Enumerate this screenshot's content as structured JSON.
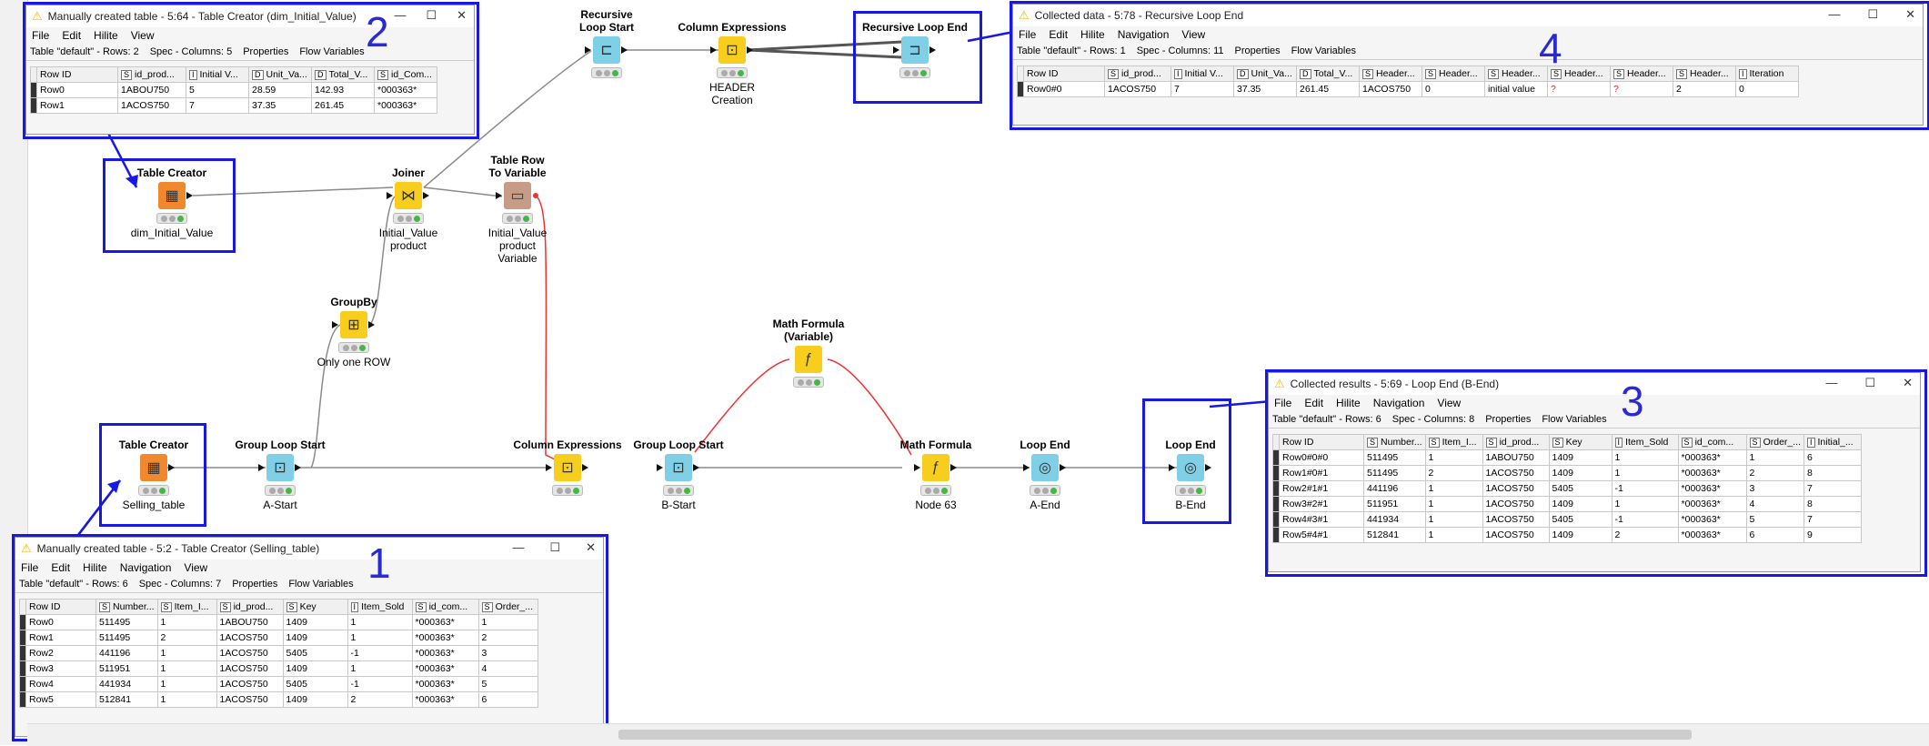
{
  "nodes": {
    "tc_selling": {
      "title": "Table Creator",
      "label": "Selling_table"
    },
    "gls_a": {
      "title": "Group Loop Start",
      "label": "A-Start"
    },
    "groupby": {
      "title": "GroupBy",
      "label": "Only one ROW"
    },
    "tc_initial": {
      "title": "Table Creator",
      "label": "dim_Initial_Value"
    },
    "joiner": {
      "title": "Joiner",
      "label": "Initial_Value\nproduct"
    },
    "trtv": {
      "title": "Table Row\nTo Variable",
      "label": "Initial_Value\nproduct\nVariable"
    },
    "rls": {
      "title": "Recursive\nLoop Start",
      "label": ""
    },
    "ce_top": {
      "title": "Column Expressions",
      "label": "HEADER\nCreation"
    },
    "rle": {
      "title": "Recursive Loop End",
      "label": ""
    },
    "ce_bottom": {
      "title": "Column Expressions",
      "label": ""
    },
    "gls_b": {
      "title": "Group Loop Start",
      "label": "B-Start"
    },
    "mfv": {
      "title": "Math Formula\n(Variable)",
      "label": ""
    },
    "mf": {
      "title": "Math Formula",
      "label": "Node 63"
    },
    "le_a": {
      "title": "Loop End",
      "label": "A-End"
    },
    "le_b": {
      "title": "Loop End",
      "label": "B-End"
    }
  },
  "annotations": {
    "n1": "1",
    "n2": "2",
    "n3": "3",
    "n4": "4"
  },
  "icons": {
    "warning": "warning-icon",
    "minimize": "minimize-icon",
    "maximize": "maximize-icon",
    "close": "close-icon"
  },
  "win1": {
    "title": "Manually created table - 5:2 - Table Creator (Selling_table)",
    "menu": [
      "File",
      "Edit",
      "Hilite",
      "Navigation",
      "View"
    ],
    "tabs": [
      "Table \"default\" - Rows: 6",
      "Spec - Columns: 7",
      "Properties",
      "Flow Variables"
    ],
    "headers": [
      {
        "t": "",
        "n": "Row ID"
      },
      {
        "t": "S",
        "n": "Number..."
      },
      {
        "t": "S",
        "n": "Item_I..."
      },
      {
        "t": "S",
        "n": "id_prod..."
      },
      {
        "t": "S",
        "n": "Key"
      },
      {
        "t": "I",
        "n": "Item_Sold"
      },
      {
        "t": "S",
        "n": "id_com..."
      },
      {
        "t": "S",
        "n": "Order_..."
      }
    ],
    "rows": [
      [
        "Row0",
        "511495",
        "1",
        "1ABOU750",
        "1409",
        "1",
        "*000363*",
        "1"
      ],
      [
        "Row1",
        "511495",
        "2",
        "1ACOS750",
        "1409",
        "1",
        "*000363*",
        "2"
      ],
      [
        "Row2",
        "441196",
        "1",
        "1ACOS750",
        "5405",
        "-1",
        "*000363*",
        "3"
      ],
      [
        "Row3",
        "511951",
        "1",
        "1ACOS750",
        "1409",
        "1",
        "*000363*",
        "4"
      ],
      [
        "Row4",
        "441934",
        "1",
        "1ACOS750",
        "5405",
        "-1",
        "*000363*",
        "5"
      ],
      [
        "Row5",
        "512841",
        "1",
        "1ACOS750",
        "1409",
        "2",
        "*000363*",
        "6"
      ]
    ]
  },
  "win2": {
    "title": "Manually created table - 5:64 - Table Creator (dim_Initial_Value)",
    "menu": [
      "File",
      "Edit",
      "Hilite",
      "View"
    ],
    "tabs": [
      "Table \"default\" - Rows: 2",
      "Spec - Columns: 5",
      "Properties",
      "Flow Variables"
    ],
    "headers": [
      {
        "t": "",
        "n": "Row ID"
      },
      {
        "t": "S",
        "n": "id_prod..."
      },
      {
        "t": "I",
        "n": "Initial V..."
      },
      {
        "t": "D",
        "n": "Unit_Va..."
      },
      {
        "t": "D",
        "n": "Total_V..."
      },
      {
        "t": "S",
        "n": "id_Com..."
      }
    ],
    "rows": [
      [
        "Row0",
        "1ABOU750",
        "5",
        "28.59",
        "142.93",
        "*000363*"
      ],
      [
        "Row1",
        "1ACOS750",
        "7",
        "37.35",
        "261.45",
        "*000363*"
      ]
    ]
  },
  "win3": {
    "title": "Collected results - 5:69 - Loop End (B-End)",
    "menu": [
      "File",
      "Edit",
      "Hilite",
      "Navigation",
      "View"
    ],
    "tabs": [
      "Table \"default\" - Rows: 6",
      "Spec - Columns: 8",
      "Properties",
      "Flow Variables"
    ],
    "headers": [
      {
        "t": "",
        "n": "Row ID"
      },
      {
        "t": "S",
        "n": "Number..."
      },
      {
        "t": "S",
        "n": "Item_I..."
      },
      {
        "t": "S",
        "n": "id_prod..."
      },
      {
        "t": "S",
        "n": "Key"
      },
      {
        "t": "I",
        "n": "Item_Sold"
      },
      {
        "t": "S",
        "n": "id_com..."
      },
      {
        "t": "S",
        "n": "Order_..."
      },
      {
        "t": "I",
        "n": "Initial_..."
      }
    ],
    "rows": [
      [
        "Row0#0#0",
        "511495",
        "1",
        "1ABOU750",
        "1409",
        "1",
        "*000363*",
        "1",
        "6"
      ],
      [
        "Row1#0#1",
        "511495",
        "2",
        "1ACOS750",
        "1409",
        "1",
        "*000363*",
        "2",
        "8"
      ],
      [
        "Row2#1#1",
        "441196",
        "1",
        "1ACOS750",
        "5405",
        "-1",
        "*000363*",
        "3",
        "7"
      ],
      [
        "Row3#2#1",
        "511951",
        "1",
        "1ACOS750",
        "1409",
        "1",
        "*000363*",
        "4",
        "8"
      ],
      [
        "Row4#3#1",
        "441934",
        "1",
        "1ACOS750",
        "5405",
        "-1",
        "*000363*",
        "5",
        "7"
      ],
      [
        "Row5#4#1",
        "512841",
        "1",
        "1ACOS750",
        "1409",
        "2",
        "*000363*",
        "6",
        "9"
      ]
    ]
  },
  "win4": {
    "title": "Collected data - 5:78 - Recursive Loop End",
    "menu": [
      "File",
      "Edit",
      "Hilite",
      "Navigation",
      "View"
    ],
    "tabs": [
      "Table \"default\" - Rows: 1",
      "Spec - Columns: 11",
      "Properties",
      "Flow Variables"
    ],
    "headers": [
      {
        "t": "",
        "n": "Row ID"
      },
      {
        "t": "S",
        "n": "id_prod..."
      },
      {
        "t": "I",
        "n": "Initial V..."
      },
      {
        "t": "D",
        "n": "Unit_Va..."
      },
      {
        "t": "D",
        "n": "Total_V..."
      },
      {
        "t": "S",
        "n": "Header..."
      },
      {
        "t": "S",
        "n": "Header..."
      },
      {
        "t": "S",
        "n": "Header..."
      },
      {
        "t": "S",
        "n": "Header..."
      },
      {
        "t": "S",
        "n": "Header..."
      },
      {
        "t": "S",
        "n": "Header..."
      },
      {
        "t": "I",
        "n": "Iteration"
      }
    ],
    "rows": [
      [
        "Row0#0",
        "1ACOS750",
        "7",
        "37.35",
        "261.45",
        "1ACOS750",
        "0",
        "initial value",
        "?",
        "?",
        "2",
        "0"
      ]
    ]
  }
}
